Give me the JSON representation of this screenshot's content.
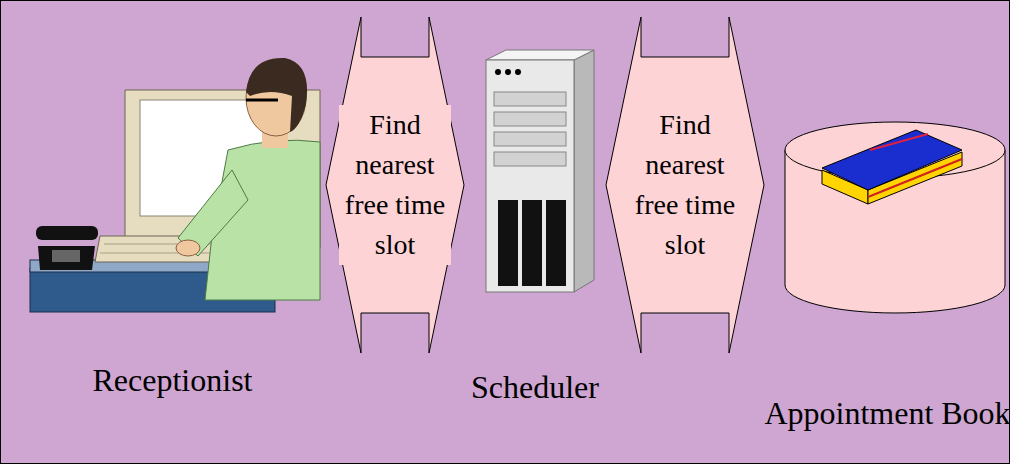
{
  "diagram": {
    "nodes": [
      {
        "text": [
          "Receptionist"
        ]
      },
      {
        "text": [
          "Scheduler"
        ]
      },
      {
        "text": [
          "Appointment Book"
        ]
      }
    ],
    "edges": [
      {
        "from": 0,
        "to": 1,
        "arrow": "both",
        "label": "Find nearest free time slot"
      },
      {
        "from": 1,
        "to": 2,
        "arrow": "both",
        "label": "Find nearest free time slot"
      }
    ]
  }
}
